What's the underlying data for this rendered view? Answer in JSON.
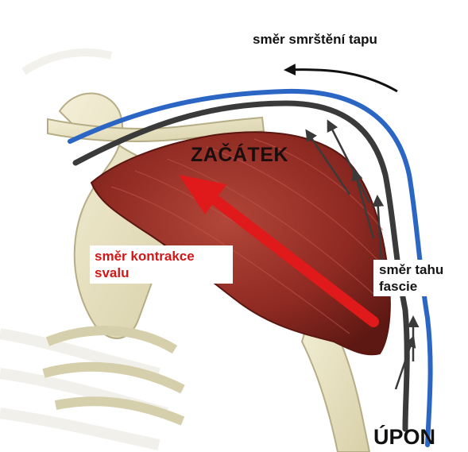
{
  "labels": {
    "tape_direction": "směr smrštění tapu",
    "origin": "ZAČÁTEK",
    "muscle_contraction": [
      "směr kontrakce",
      "svalu"
    ],
    "fascia_pull": [
      "směr tahu",
      "fascie"
    ],
    "insertion": "ÚPON"
  },
  "colors": {
    "tape_line": "#2b66c4",
    "fascia_line": "#3b3a3a",
    "contraction_arrow": "#e0191a",
    "muscle": "#8e2a22",
    "bone": "#ece6c4"
  }
}
